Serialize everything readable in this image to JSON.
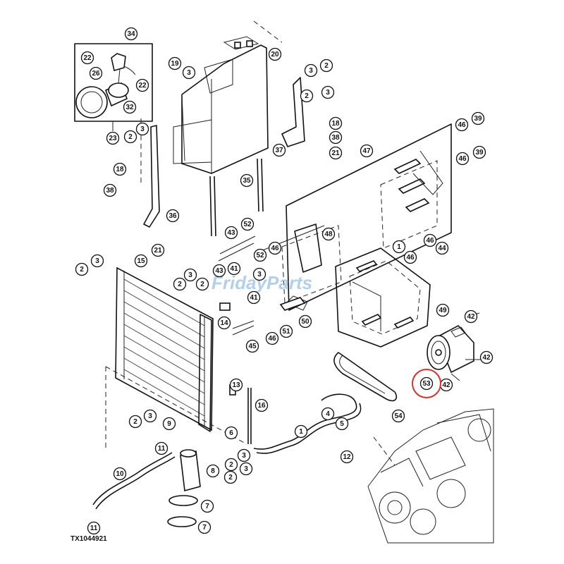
{
  "figure": {
    "code": "TX1044921",
    "watermark": "FridayParts",
    "highlight_label": "53",
    "highlight_color": "#d93030",
    "watermark_color": "#9bbfe3"
  },
  "callouts": [
    "34",
    "22",
    "26",
    "22",
    "32",
    "23",
    "19",
    "3",
    "20",
    "3",
    "2",
    "3",
    "2",
    "2",
    "3",
    "37",
    "18",
    "38",
    "21",
    "35",
    "18",
    "38",
    "36",
    "21",
    "43",
    "52",
    "46",
    "48",
    "47",
    "46",
    "39",
    "46",
    "39",
    "1",
    "46",
    "44",
    "46",
    "15",
    "3",
    "2",
    "2",
    "3",
    "43",
    "41",
    "52",
    "3",
    "2",
    "41",
    "14",
    "51",
    "50",
    "45",
    "46",
    "49",
    "42",
    "42",
    "42",
    "53",
    "54",
    "13",
    "16",
    "2",
    "3",
    "9",
    "6",
    "1",
    "4",
    "5",
    "12",
    "11",
    "8",
    "10",
    "7",
    "7",
    "11",
    "2",
    "3",
    "2",
    "3"
  ]
}
